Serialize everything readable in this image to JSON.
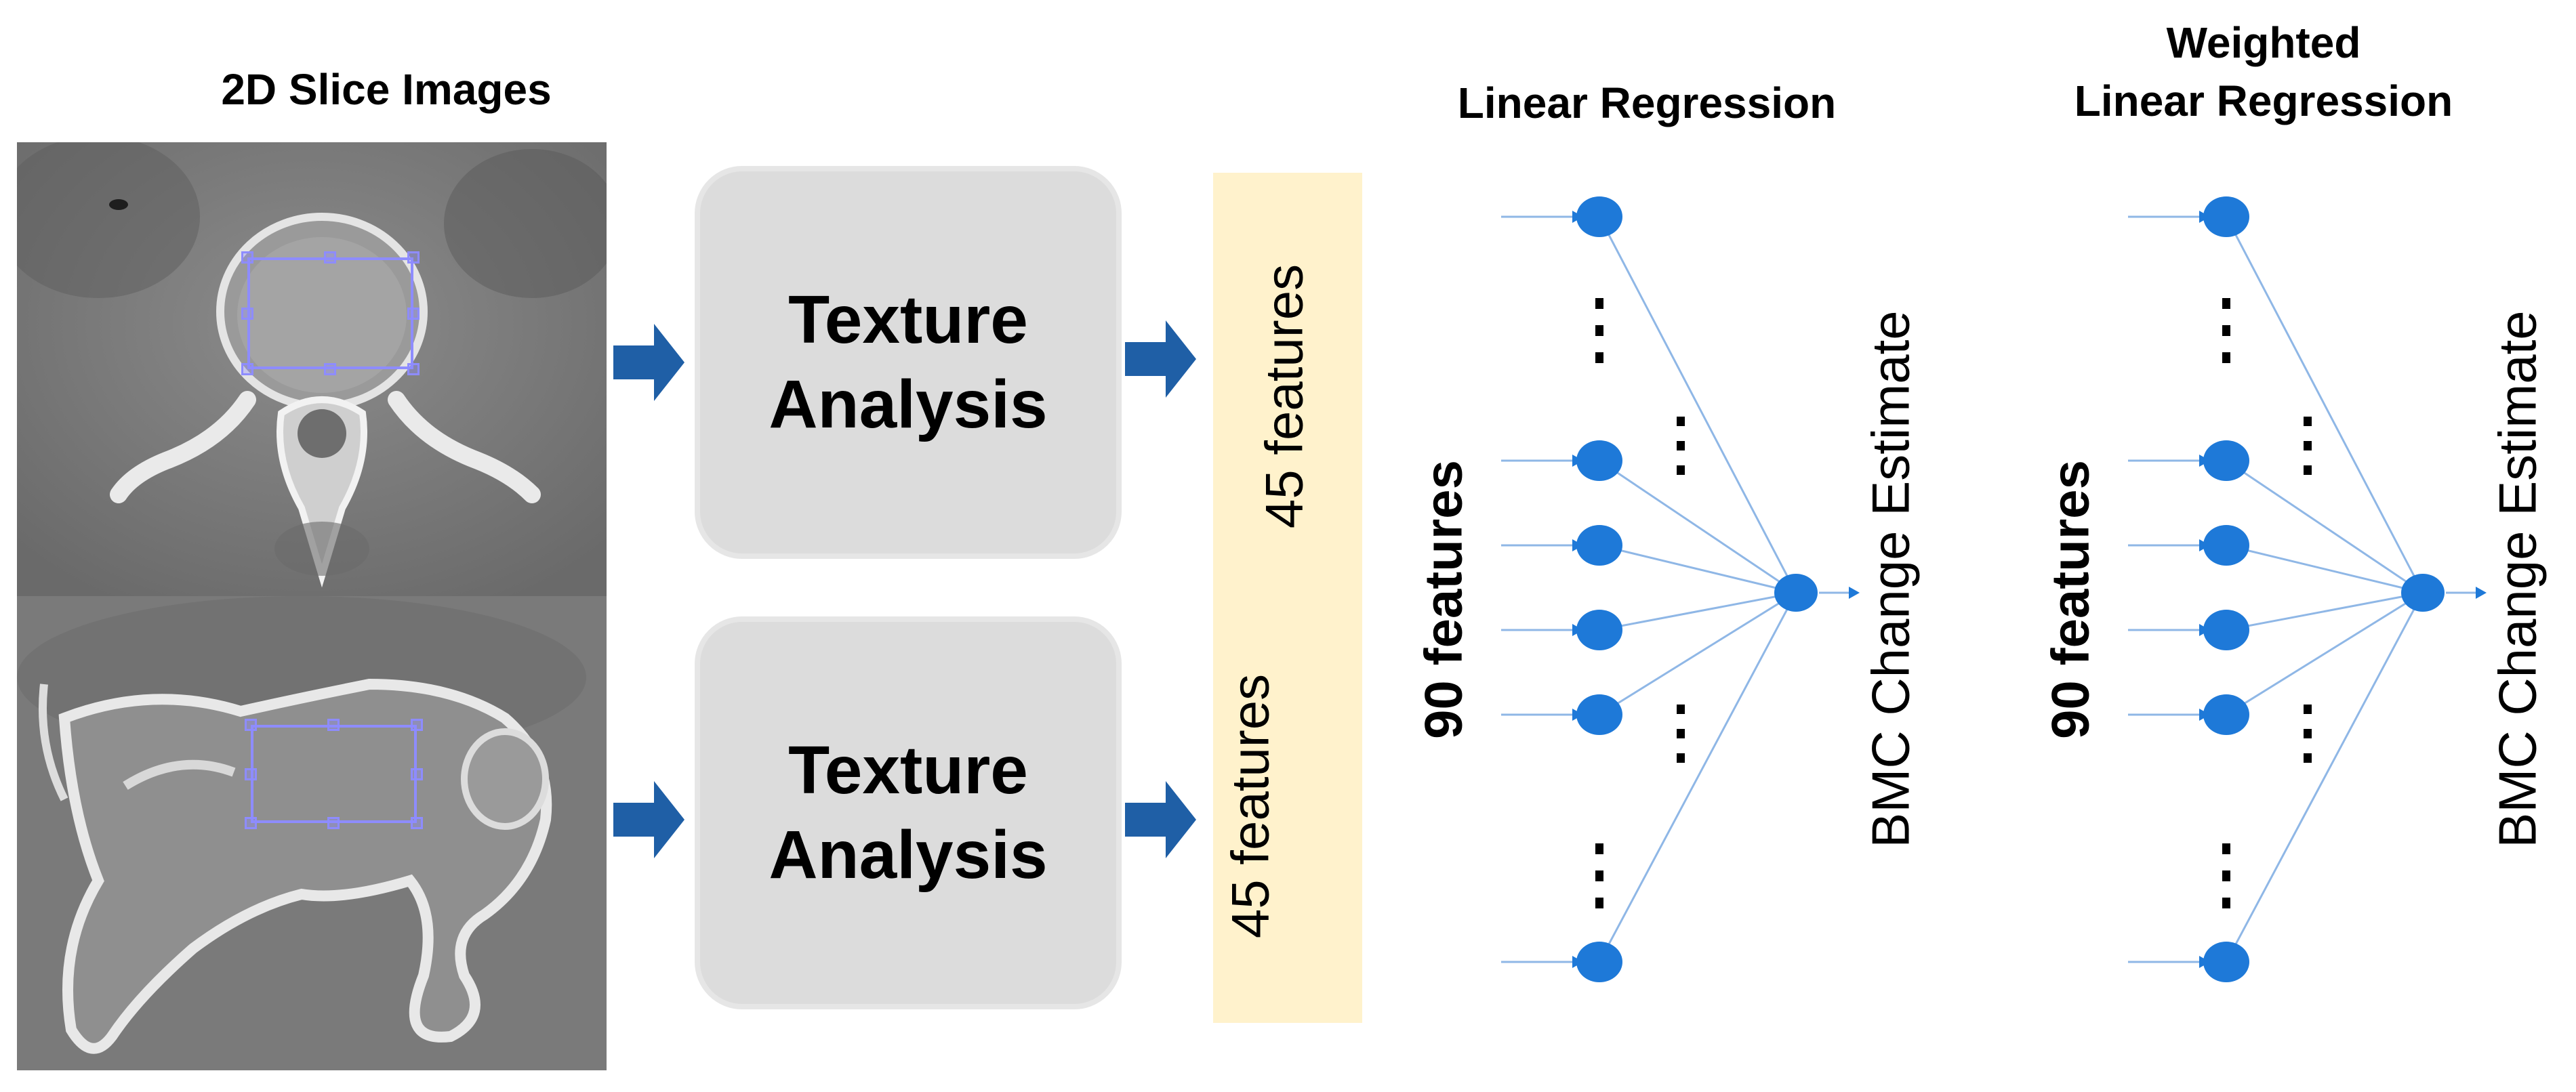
{
  "input": {
    "title": "2D Slice Images"
  },
  "processing": {
    "boxes": [
      {
        "label": "Texture\nAnalysis"
      },
      {
        "label": "Texture\nAnalysis"
      }
    ],
    "feature_outputs": [
      "45 features",
      "45 features"
    ]
  },
  "models": [
    {
      "title": "Linear Regression",
      "input_label": "90 features",
      "output_label": "BMC Change Estimate"
    },
    {
      "title": "Weighted\nLinear Regression",
      "input_label": "90 features",
      "output_label": "BMC Change Estimate"
    }
  ],
  "colors": {
    "arrow": "#1f5fa6",
    "node": "#1e79d8",
    "edge": "#8fb7e6",
    "box_fill": "#dcdcdc",
    "strip_fill": "#fff2cc",
    "roi": "#8e8cff"
  }
}
